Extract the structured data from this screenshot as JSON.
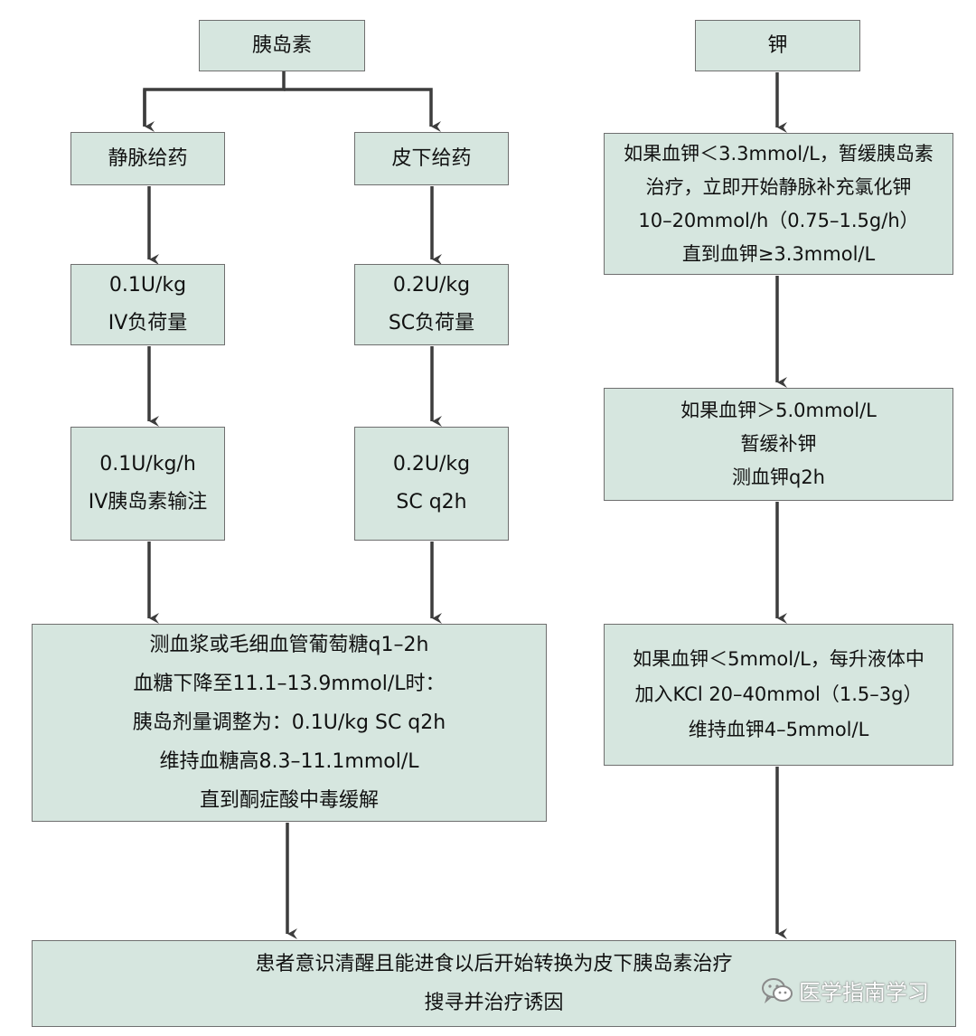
{
  "insulin": {
    "title": "胰岛素",
    "iv_route": "静脉给药",
    "sc_route": "皮下给药",
    "iv_load": [
      "0.1U/kg",
      "IV负荷量"
    ],
    "sc_load": [
      "0.2U/kg",
      "SC负荷量"
    ],
    "iv_infusion": [
      "0.1U/kg/h",
      "IV胰岛素输注"
    ],
    "sc_maint": [
      "0.2U/kg",
      "SC q2h"
    ],
    "monitor": [
      "测血浆或毛细血管葡萄糖q1–2h",
      "血糖下降至11.1–13.9mmol/L时：",
      "胰岛剂量调整为：0.1U/kg SC q2h",
      "维持血糖高8.3–11.1mmol/L",
      "直到酮症酸中毒缓解"
    ]
  },
  "potassium": {
    "title": "钾",
    "low": [
      "如果血钾＜3.3mmol/L，暂缓胰岛素",
      "治疗，立即开始静脉补充氯化钾",
      "10–20mmol/h（0.75–1.5g/h）",
      "直到血钾≥3.3mmol/L"
    ],
    "high": [
      "如果血钾＞5.0mmol/L",
      "暂缓补钾",
      "测血钾q2h"
    ],
    "mid": [
      "如果血钾＜5mmol/L，每升液体中",
      "加入KCl 20–40mmol（1.5–3g）",
      "维持血钾4–5mmol/L"
    ]
  },
  "final": [
    "患者意识清醒且能进食以后开始转换为皮下胰岛素治疗",
    "搜寻并治疗诱因"
  ],
  "watermark": {
    "text": "医学指南学习",
    "icon": "wechat-icon"
  },
  "colors": {
    "box_fill": "#d6e6df",
    "box_border": "#6f6f6f",
    "arrow": "#3d3d3d"
  }
}
